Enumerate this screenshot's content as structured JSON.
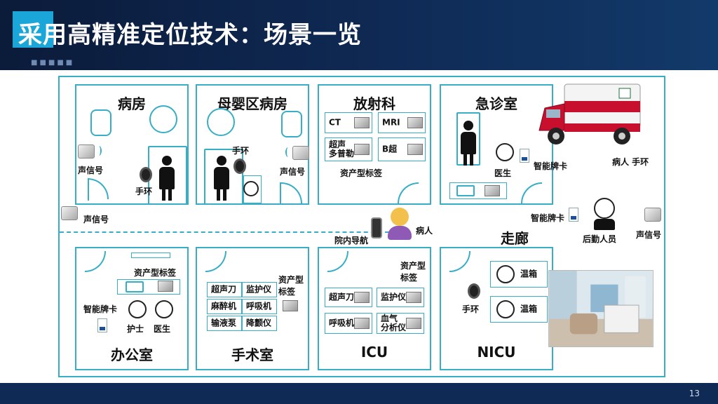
{
  "header": {
    "title": "采用高精准定位技术：场景一览",
    "page_number": "13"
  },
  "rooms": {
    "ward": {
      "title": "病房",
      "beacon_label": "声信号",
      "wristband_label": "手环"
    },
    "maternity": {
      "title": "母婴区病房",
      "wristband_label": "手环",
      "beacon_label": "声信号"
    },
    "radiology": {
      "title": "放射科",
      "devices": [
        "CT",
        "MRI",
        "超声\n多普勒",
        "B超"
      ],
      "asset_tag_label": "资产型标签"
    },
    "emergency": {
      "title": "急诊室",
      "doctor_label": "医生",
      "badge_label": "智能牌卡"
    },
    "office": {
      "title": "办公室",
      "asset_tag_label": "资产型标签",
      "badge_label": "智能牌卡",
      "nurse_label": "护士",
      "doctor_label": "医生"
    },
    "surgery": {
      "title": "手术室",
      "devices": [
        "超声刀",
        "监护仪",
        "麻醉机",
        "呼吸机",
        "输液泵",
        "降颤仪"
      ],
      "asset_tag_label": "资产型\n标签"
    },
    "icu": {
      "title": "ICU",
      "devices": [
        "超声刀",
        "监护仪",
        "呼吸机",
        "血气\n分析仪"
      ],
      "asset_tag_label": "资产型\n标签"
    },
    "nicu": {
      "title": "NICU",
      "incubators": [
        "温箱",
        "温箱"
      ],
      "wristband_label": "手环"
    }
  },
  "corridor": {
    "title": "走廊",
    "left_beacon_label": "声信号",
    "navigation_label": "院内导航",
    "patient_label": "病人",
    "ambulance_label": "病人 手环",
    "badge_label": "智能牌卡",
    "logistics_label": "后勤人员",
    "right_beacon_label": "声信号"
  },
  "colors": {
    "accent": "#37aec6",
    "header_bg": "#0f2a55",
    "title_accent": "#1aa6d8"
  }
}
